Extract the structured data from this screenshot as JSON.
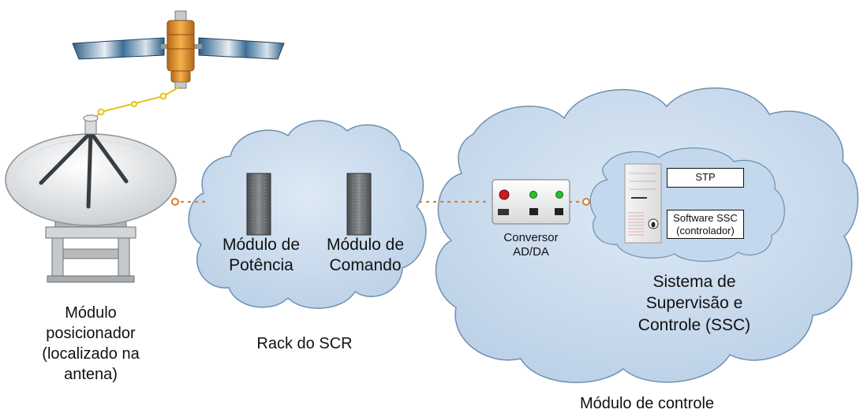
{
  "antenna": {
    "caption_lines": [
      "Módulo",
      "posicionador",
      "(localizado na",
      "antena)"
    ]
  },
  "rack": {
    "caption": "Rack do SCR",
    "power_module_lines": [
      "Módulo de",
      "Potência"
    ],
    "command_module_lines": [
      "Módulo de",
      "Comando"
    ]
  },
  "control": {
    "caption": "Módulo de controle",
    "converter_lines": [
      "Conversor",
      "AD/DA"
    ],
    "ssc_lines": [
      "Sistema de",
      "Supervisão e",
      "Controle (SSC)"
    ],
    "stp_label": "STP",
    "software_lines": [
      "Software SSC",
      "(controlador)"
    ]
  },
  "colors": {
    "cloud_fill": "#c9dcef",
    "cloud_stroke": "#6f8fb0",
    "connector_orange": "#e07a2a",
    "link_yellow": "#e6c21a",
    "satellite_gold": "#e89a2c",
    "panel_blue": "#3d6f97",
    "led_red": "#d01a1a",
    "led_green": "#29c229"
  }
}
